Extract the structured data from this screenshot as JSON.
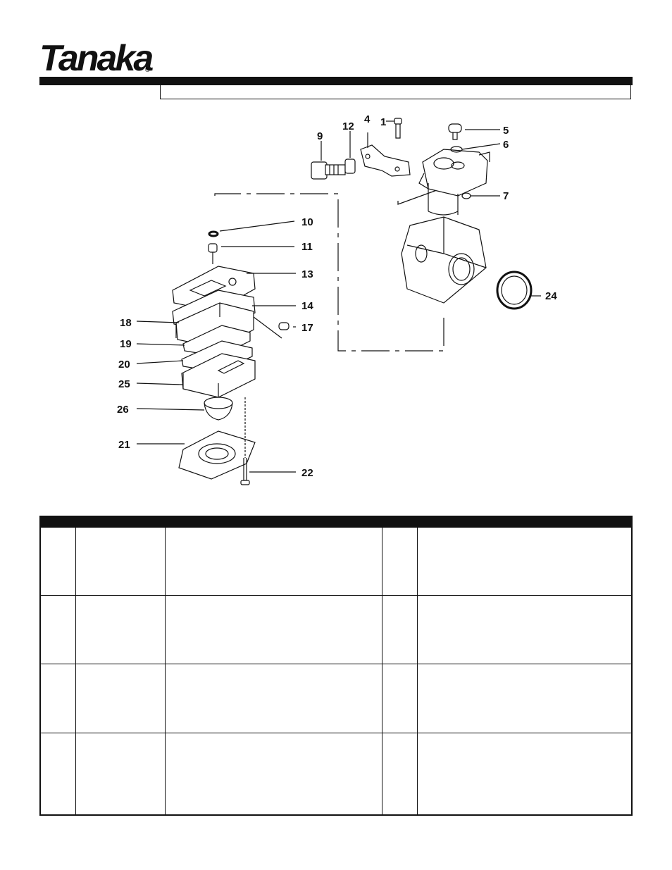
{
  "brand": {
    "logo_text": "Tanaka",
    "registered_mark": "®"
  },
  "callouts": [
    {
      "id": "c1",
      "label": "1"
    },
    {
      "id": "c4",
      "label": "4"
    },
    {
      "id": "c5",
      "label": "5"
    },
    {
      "id": "c6",
      "label": "6"
    },
    {
      "id": "c7",
      "label": "7"
    },
    {
      "id": "c9",
      "label": "9"
    },
    {
      "id": "c10",
      "label": "10"
    },
    {
      "id": "c11",
      "label": "11"
    },
    {
      "id": "c12",
      "label": "12"
    },
    {
      "id": "c13",
      "label": "13"
    },
    {
      "id": "c14",
      "label": "14"
    },
    {
      "id": "c17",
      "label": "17"
    },
    {
      "id": "c18",
      "label": "18"
    },
    {
      "id": "c19",
      "label": "19"
    },
    {
      "id": "c20",
      "label": "20"
    },
    {
      "id": "c21",
      "label": "21"
    },
    {
      "id": "c22",
      "label": "22"
    },
    {
      "id": "c24",
      "label": "24"
    },
    {
      "id": "c25",
      "label": "25"
    },
    {
      "id": "c26",
      "label": "26"
    }
  ]
}
